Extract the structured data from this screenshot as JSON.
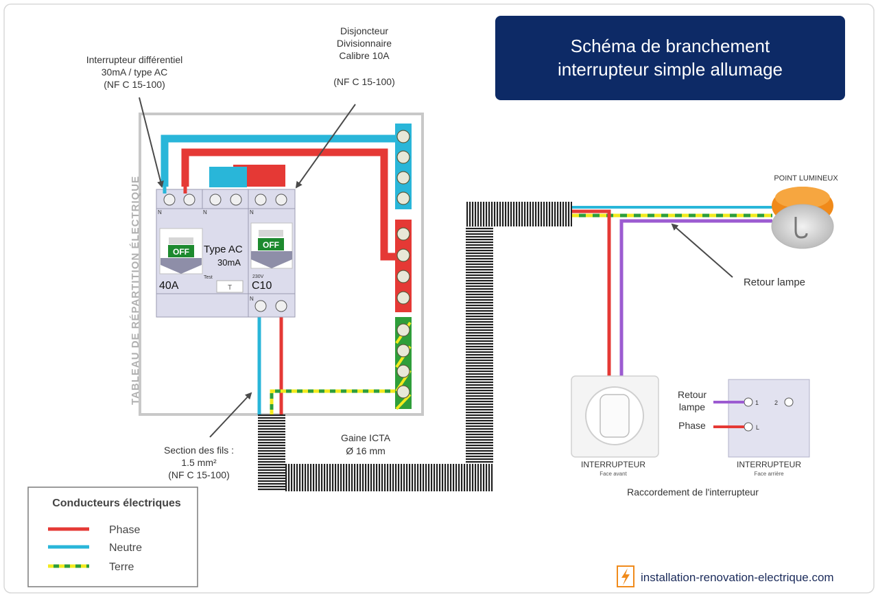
{
  "title": {
    "line1": "Schéma de branchement",
    "line2": "interrupteur simple allumage"
  },
  "panel": {
    "label": "TABLEAU  DE RÉPARTITION ÉLECTRIQUE"
  },
  "differential": {
    "callout": [
      "Interrupteur différentiel",
      "30mA / type AC",
      "(NF C 15-100)"
    ],
    "off_label": "OFF",
    "type_line1": "Type AC",
    "type_line2": "30mA",
    "rating": "40A",
    "test_label": "Test",
    "test_button": "T",
    "n_label": "N"
  },
  "breaker": {
    "callout": [
      "Disjoncteur",
      "Divisionnaire",
      "Calibre 10A",
      "(NF C 15-100)"
    ],
    "off_label": "OFF",
    "voltage": "230V",
    "rating": "C10",
    "n_label": "N"
  },
  "section_callout": [
    "Section des fils :",
    "1.5 mm²",
    "(NF C 15-100)"
  ],
  "conduit_callout": [
    "Gaine ICTA",
    "Ø 16 mm"
  ],
  "point_lumineux": "POINT LUMINEUX",
  "retour_lampe_callout": "Retour lampe",
  "switch_front": {
    "title": "INTERRUPTEUR",
    "subtitle": "Face avant"
  },
  "switch_back": {
    "title": "INTERRUPTEUR",
    "subtitle": "Face arrière",
    "term1": "1",
    "term2": "2",
    "termL": "L",
    "retour_line1": "Retour",
    "retour_line2": "lampe",
    "phase": "Phase"
  },
  "raccordement": "Raccordement  de l'interrupteur",
  "legend": {
    "title": "Conducteurs électriques",
    "items": [
      {
        "label": "Phase",
        "color": "#e53935"
      },
      {
        "label": "Neutre",
        "color": "#29b6d9"
      },
      {
        "label": "Terre",
        "color": "#f2ea1f"
      }
    ]
  },
  "website": "installation-renovation-electrique.com",
  "colors": {
    "phase": "#e53935",
    "neutral": "#29b6d9",
    "earth_yellow": "#f2ea1f",
    "earth_green": "#2e9e3a",
    "retour": "#9c5bd1",
    "title_bg": "#0d2a66",
    "off_green": "#1d8a2e"
  }
}
